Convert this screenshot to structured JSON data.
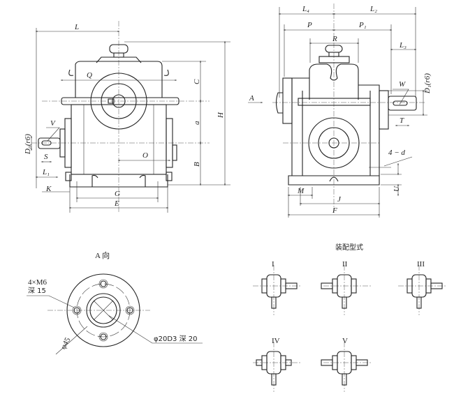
{
  "front_view": {
    "labels": {
      "L": "L",
      "H": "H",
      "C": "C",
      "a": "a",
      "B": "B",
      "Q": "Q",
      "O": "O",
      "G": "G",
      "E": "E",
      "L1": "L₁",
      "K": "K",
      "D0": "D₀(r6)",
      "S": "S",
      "V": "V"
    }
  },
  "side_view": {
    "labels": {
      "L4": "L₄",
      "L2": "L₂",
      "P": "P",
      "P1": "P₁",
      "R": "R",
      "L3": "L₃",
      "D1": "D₁(r6)",
      "W": "W",
      "T": "T",
      "d": "4 − d",
      "U": "U",
      "M": "M",
      "J": "J",
      "F": "F",
      "A": "A"
    }
  },
  "a_view": {
    "title": "A 向",
    "thread": "4×M6",
    "thread_depth": "深 15",
    "pitch_dia": "φ45",
    "bore": "φ20D3 深 20"
  },
  "assembly": {
    "title": "装配型式",
    "types": [
      "I",
      "II",
      "III",
      "IV",
      "V"
    ]
  }
}
